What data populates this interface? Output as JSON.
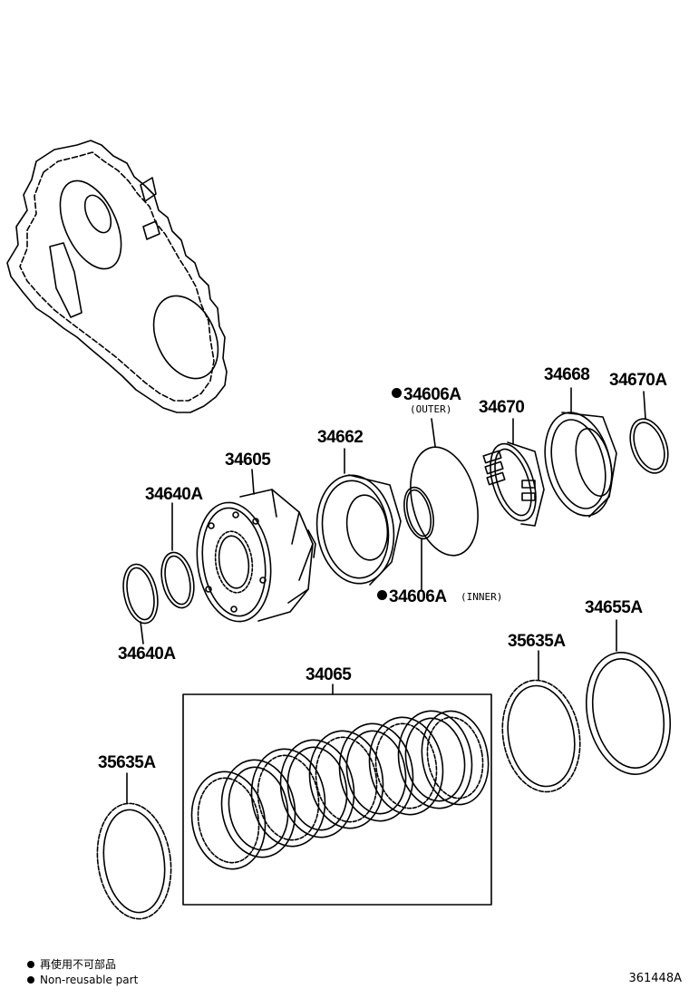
{
  "parts": {
    "p34606A_outer": "34606A",
    "p34606A_outer_note": "(OUTER)",
    "p34668": "34668",
    "p34670A": "34670A",
    "p34670": "34670",
    "p34662": "34662",
    "p34605": "34605",
    "p34640A_top": "34640A",
    "p34640A_bottom": "34640A",
    "p34606A_inner": "34606A",
    "p34606A_inner_note": "(INNER)",
    "p34655A": "34655A",
    "p35635A_right": "35635A",
    "p34065": "34065",
    "p35635A_left": "35635A"
  },
  "legend": {
    "line1": "再使用不可部品",
    "line2": "Non-reusable part"
  },
  "figure_id": "361448A"
}
